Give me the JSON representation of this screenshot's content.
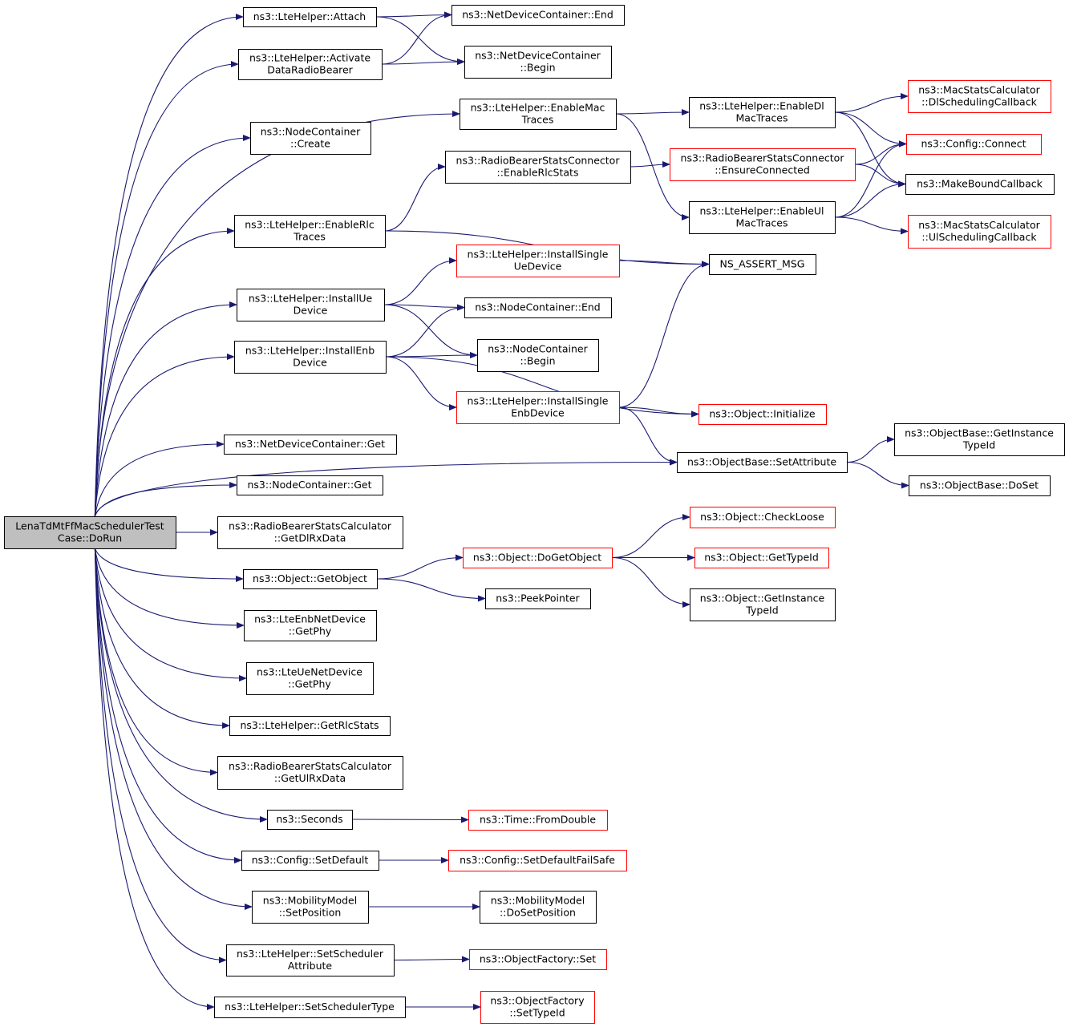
{
  "graph": {
    "root": "LenaTdMtFfMacSchedulerTestCase::DoRun",
    "nodes": [
      {
        "id": "root",
        "lines": [
          "LenaTdMtFfMacSchedulerTest",
          "Case::DoRun"
        ],
        "style": "root"
      },
      {
        "id": "attach",
        "lines": [
          "ns3::LteHelper::Attach"
        ],
        "style": "normal"
      },
      {
        "id": "activate",
        "lines": [
          "ns3::LteHelper::Activate",
          "DataRadioBearer"
        ],
        "style": "normal"
      },
      {
        "id": "nc_create",
        "lines": [
          "ns3::NodeContainer",
          "::Create"
        ],
        "style": "normal"
      },
      {
        "id": "enablemac",
        "lines": [
          "ns3::LteHelper::EnableMac",
          "Traces"
        ],
        "style": "normal"
      },
      {
        "id": "rbsc_enablerlc",
        "lines": [
          "ns3::RadioBearerStatsConnector",
          "::EnableRlcStats"
        ],
        "style": "normal"
      },
      {
        "id": "enablerlc",
        "lines": [
          "ns3::LteHelper::EnableRlc",
          "Traces"
        ],
        "style": "normal"
      },
      {
        "id": "installue",
        "lines": [
          "ns3::LteHelper::InstallUe",
          "Device"
        ],
        "style": "normal"
      },
      {
        "id": "installenb",
        "lines": [
          "ns3::LteHelper::InstallEnb",
          "Device"
        ],
        "style": "normal"
      },
      {
        "id": "ndc_get",
        "lines": [
          "ns3::NetDeviceContainer::Get"
        ],
        "style": "normal"
      },
      {
        "id": "nc_get",
        "lines": [
          "ns3::NodeContainer::Get"
        ],
        "style": "normal"
      },
      {
        "id": "getdlrx",
        "lines": [
          "ns3::RadioBearerStatsCalculator",
          "::GetDlRxData"
        ],
        "style": "normal"
      },
      {
        "id": "getobject",
        "lines": [
          "ns3::Object::GetObject"
        ],
        "style": "normal"
      },
      {
        "id": "enb_getphy",
        "lines": [
          "ns3::LteEnbNetDevice",
          "::GetPhy"
        ],
        "style": "normal"
      },
      {
        "id": "ue_getphy",
        "lines": [
          "ns3::LteUeNetDevice",
          "::GetPhy"
        ],
        "style": "normal"
      },
      {
        "id": "getrlcstats",
        "lines": [
          "ns3::LteHelper::GetRlcStats"
        ],
        "style": "normal"
      },
      {
        "id": "getulrx",
        "lines": [
          "ns3::RadioBearerStatsCalculator",
          "::GetUlRxData"
        ],
        "style": "normal"
      },
      {
        "id": "seconds",
        "lines": [
          "ns3::Seconds"
        ],
        "style": "normal"
      },
      {
        "id": "setdefault",
        "lines": [
          "ns3::Config::SetDefault"
        ],
        "style": "normal"
      },
      {
        "id": "setposition",
        "lines": [
          "ns3::MobilityModel",
          "::SetPosition"
        ],
        "style": "normal"
      },
      {
        "id": "setschedattr",
        "lines": [
          "ns3::LteHelper::SetScheduler",
          "Attribute"
        ],
        "style": "normal"
      },
      {
        "id": "setschedtype",
        "lines": [
          "ns3::LteHelper::SetSchedulerType"
        ],
        "style": "normal"
      },
      {
        "id": "ndc_end",
        "lines": [
          "ns3::NetDeviceContainer::End"
        ],
        "style": "normal"
      },
      {
        "id": "ndc_begin",
        "lines": [
          "ns3::NetDeviceContainer",
          "::Begin"
        ],
        "style": "normal"
      },
      {
        "id": "enabledl",
        "lines": [
          "ns3::LteHelper::EnableDl",
          "MacTraces"
        ],
        "style": "normal"
      },
      {
        "id": "ensureconn",
        "lines": [
          "ns3::RadioBearerStatsConnector",
          "::EnsureConnected"
        ],
        "style": "red"
      },
      {
        "id": "enableul",
        "lines": [
          "ns3::LteHelper::EnableUl",
          "MacTraces"
        ],
        "style": "normal"
      },
      {
        "id": "installsingleue",
        "lines": [
          "ns3::LteHelper::InstallSingle",
          "UeDevice"
        ],
        "style": "red"
      },
      {
        "id": "nc_end",
        "lines": [
          "ns3::NodeContainer::End"
        ],
        "style": "normal"
      },
      {
        "id": "nc_begin",
        "lines": [
          "ns3::NodeContainer",
          "::Begin"
        ],
        "style": "normal"
      },
      {
        "id": "installsingleenb",
        "lines": [
          "ns3::LteHelper::InstallSingle",
          "EnbDevice"
        ],
        "style": "red"
      },
      {
        "id": "dogetobject",
        "lines": [
          "ns3::Object::DoGetObject"
        ],
        "style": "red"
      },
      {
        "id": "peekpointer",
        "lines": [
          "ns3::PeekPointer"
        ],
        "style": "normal"
      },
      {
        "id": "fromdouble",
        "lines": [
          "ns3::Time::FromDouble"
        ],
        "style": "red"
      },
      {
        "id": "setdefaultfs",
        "lines": [
          "ns3::Config::SetDefaultFailSafe"
        ],
        "style": "red"
      },
      {
        "id": "dosetposition",
        "lines": [
          "ns3::MobilityModel",
          "::DoSetPosition"
        ],
        "style": "normal"
      },
      {
        "id": "of_set",
        "lines": [
          "ns3::ObjectFactory::Set"
        ],
        "style": "red"
      },
      {
        "id": "of_settypeid",
        "lines": [
          "ns3::ObjectFactory",
          "::SetTypeId"
        ],
        "style": "red"
      },
      {
        "id": "dlsched",
        "lines": [
          "ns3::MacStatsCalculator",
          "::DlSchedulingCallback"
        ],
        "style": "red"
      },
      {
        "id": "config_connect",
        "lines": [
          "ns3::Config::Connect"
        ],
        "style": "red"
      },
      {
        "id": "makebound",
        "lines": [
          "ns3::MakeBoundCallback"
        ],
        "style": "normal"
      },
      {
        "id": "ulsched",
        "lines": [
          "ns3::MacStatsCalculator",
          "::UlSchedulingCallback"
        ],
        "style": "red"
      },
      {
        "id": "ns_assert",
        "lines": [
          "NS_ASSERT_MSG"
        ],
        "style": "normal"
      },
      {
        "id": "obj_init",
        "lines": [
          "ns3::Object::Initialize"
        ],
        "style": "red"
      },
      {
        "id": "setattribute",
        "lines": [
          "ns3::ObjectBase::SetAttribute"
        ],
        "style": "normal"
      },
      {
        "id": "ob_getinstancetypeid",
        "lines": [
          "ns3::ObjectBase::GetInstance",
          "TypeId"
        ],
        "style": "normal"
      },
      {
        "id": "ob_doset",
        "lines": [
          "ns3::ObjectBase::DoSet"
        ],
        "style": "normal"
      },
      {
        "id": "checkloose",
        "lines": [
          "ns3::Object::CheckLoose"
        ],
        "style": "red"
      },
      {
        "id": "gettypeid",
        "lines": [
          "ns3::Object::GetTypeId"
        ],
        "style": "red"
      },
      {
        "id": "obj_getinstancetypeid",
        "lines": [
          "ns3::Object::GetInstance",
          "TypeId"
        ],
        "style": "normal"
      }
    ],
    "edges": [
      [
        "root",
        "attach"
      ],
      [
        "root",
        "activate"
      ],
      [
        "root",
        "nc_create"
      ],
      [
        "root",
        "enablemac"
      ],
      [
        "root",
        "enablerlc"
      ],
      [
        "root",
        "installue"
      ],
      [
        "root",
        "installenb"
      ],
      [
        "root",
        "setattribute"
      ],
      [
        "root",
        "ndc_get"
      ],
      [
        "root",
        "nc_get"
      ],
      [
        "root",
        "getdlrx"
      ],
      [
        "root",
        "getobject"
      ],
      [
        "root",
        "enb_getphy"
      ],
      [
        "root",
        "ue_getphy"
      ],
      [
        "root",
        "getrlcstats"
      ],
      [
        "root",
        "getulrx"
      ],
      [
        "root",
        "seconds"
      ],
      [
        "root",
        "setdefault"
      ],
      [
        "root",
        "setposition"
      ],
      [
        "root",
        "setschedattr"
      ],
      [
        "root",
        "setschedtype"
      ],
      [
        "attach",
        "ndc_end"
      ],
      [
        "attach",
        "ndc_begin"
      ],
      [
        "activate",
        "ndc_end"
      ],
      [
        "activate",
        "ndc_begin"
      ],
      [
        "enablemac",
        "enabledl"
      ],
      [
        "enablemac",
        "enableul"
      ],
      [
        "enabledl",
        "dlsched"
      ],
      [
        "enabledl",
        "config_connect"
      ],
      [
        "enabledl",
        "makebound"
      ],
      [
        "enableul",
        "config_connect"
      ],
      [
        "enableul",
        "makebound"
      ],
      [
        "enableul",
        "ulsched"
      ],
      [
        "rbsc_enablerlc",
        "ensureconn"
      ],
      [
        "ensureconn",
        "config_connect"
      ],
      [
        "ensureconn",
        "makebound"
      ],
      [
        "enablerlc",
        "rbsc_enablerlc"
      ],
      [
        "enablerlc",
        "ns_assert"
      ],
      [
        "installsingleue",
        "ns_assert"
      ],
      [
        "installue",
        "installsingleue"
      ],
      [
        "installue",
        "nc_end"
      ],
      [
        "installue",
        "nc_begin"
      ],
      [
        "installenb",
        "nc_end"
      ],
      [
        "installenb",
        "nc_begin"
      ],
      [
        "installenb",
        "installsingleenb"
      ],
      [
        "installenb",
        "obj_init"
      ],
      [
        "installsingleenb",
        "ns_assert"
      ],
      [
        "installsingleenb",
        "obj_init"
      ],
      [
        "installsingleenb",
        "setattribute"
      ],
      [
        "setattribute",
        "ob_getinstancetypeid"
      ],
      [
        "setattribute",
        "ob_doset"
      ],
      [
        "getobject",
        "dogetobject"
      ],
      [
        "getobject",
        "peekpointer"
      ],
      [
        "dogetobject",
        "checkloose"
      ],
      [
        "dogetobject",
        "gettypeid"
      ],
      [
        "dogetobject",
        "obj_getinstancetypeid"
      ],
      [
        "seconds",
        "fromdouble"
      ],
      [
        "setdefault",
        "setdefaultfs"
      ],
      [
        "setposition",
        "dosetposition"
      ],
      [
        "setschedattr",
        "of_set"
      ],
      [
        "setschedtype",
        "of_settypeid"
      ]
    ]
  },
  "colors": {
    "edge": "#191970",
    "node_border": "#000000",
    "node_border_incomplete": "#ff0000",
    "root_fill": "#bfbfbf",
    "node_fill": "#ffffff"
  }
}
